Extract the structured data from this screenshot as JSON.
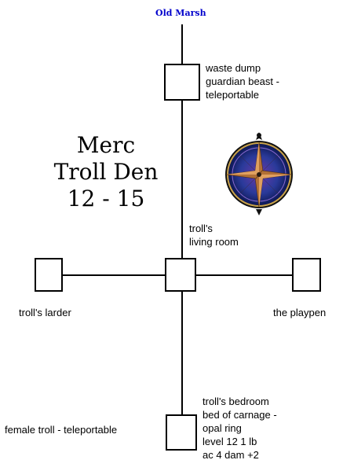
{
  "title": {
    "line1": "Merc",
    "line2": "Troll Den",
    "line3": "12 - 15"
  },
  "exit": {
    "north": "Old Marsh"
  },
  "rooms": {
    "waste_dump": [
      "waste dump",
      "guardian beast -",
      "teleportable"
    ],
    "living_room": [
      "troll's",
      "living room"
    ],
    "larder": "troll's larder",
    "playpen": "the playpen",
    "bedroom": [
      "troll's bedroom",
      "bed of carnage -",
      "opal ring",
      "level 12  1 lb",
      "ac 4  dam  +2"
    ],
    "female_troll": "female troll - teleportable"
  },
  "colors": {
    "exit_link": "#0000cc",
    "lines": "#000000",
    "compass_ring": "#1a2a6e",
    "compass_star": "#a0622a"
  },
  "icons": {
    "compass": "compass-rose-icon"
  }
}
